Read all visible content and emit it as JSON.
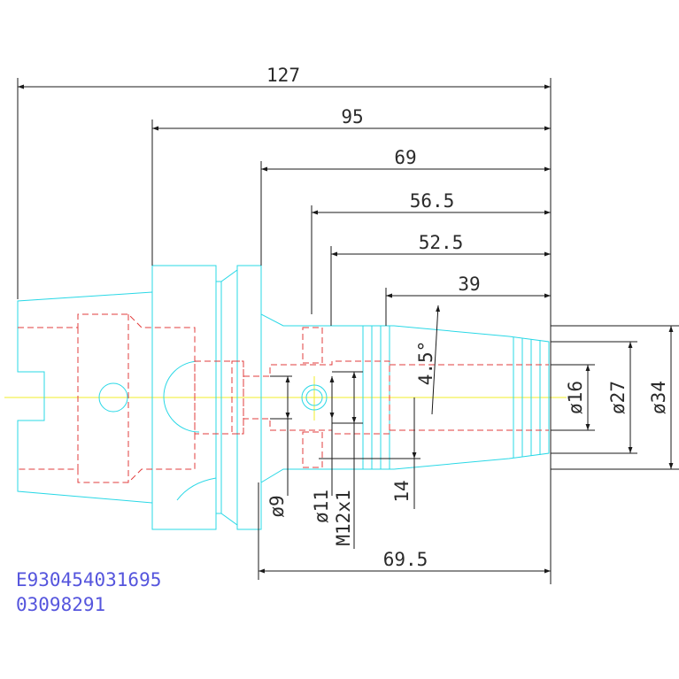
{
  "dimensions": {
    "d127": "127",
    "d95": "95",
    "d69": "69",
    "d565": "56.5",
    "d525": "52.5",
    "d39": "39",
    "d695": "69.5",
    "angle": "4.5°",
    "d14": "14",
    "dia9": "ø9",
    "dia11": "ø11",
    "thread": "M12x1",
    "dia16": "ø16",
    "dia27": "ø27",
    "dia34": "ø34"
  },
  "codes": {
    "line1": "E930454031695",
    "line2": "03098291"
  },
  "colors": {
    "outline": "#2ad8e6",
    "hidden": "#e23c3c",
    "centerline": "#f2ee2a",
    "dimension": "#1a1a1a",
    "code_text": "#5555dd"
  }
}
